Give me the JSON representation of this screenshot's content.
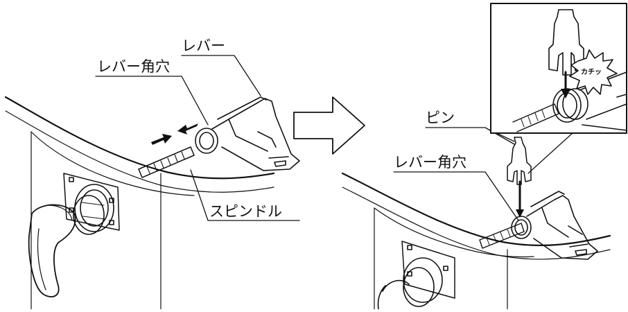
{
  "left_panel": {
    "labels": {
      "lever": "レバー",
      "lever_square_hole": "レバー角穴",
      "spindle": "スピンドル"
    }
  },
  "right_panel": {
    "labels": {
      "pin": "ピン",
      "lever_square_hole": "レバー角穴"
    },
    "inset": {
      "click_sound": "カチッ"
    }
  }
}
